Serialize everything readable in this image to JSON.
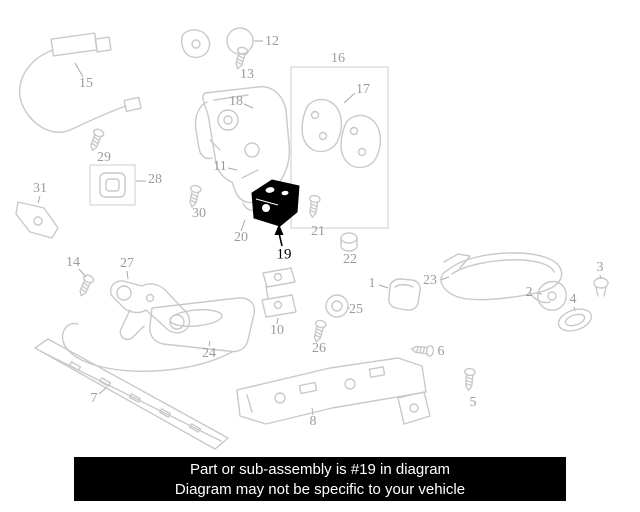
{
  "page": {
    "background": "#ffffff"
  },
  "diagram": {
    "highlighted_part": "19",
    "colors": {
      "line_art": "#c9c9c9",
      "label_text": "#9b9b9b",
      "highlight": "#000000"
    },
    "labels": {
      "l1": "1",
      "l2": "2",
      "l3": "3",
      "l4": "4",
      "l5": "5",
      "l6": "6",
      "l7": "7",
      "l8": "8",
      "l10": "10",
      "l11": "11",
      "l12": "12",
      "l13": "13",
      "l14": "14",
      "l15": "15",
      "l16": "16",
      "l17": "17",
      "l18": "18",
      "l19": "19",
      "l20": "20",
      "l21": "21",
      "l22": "22",
      "l23": "23",
      "l24": "24",
      "l25": "25",
      "l26": "26",
      "l27": "27",
      "l28": "28",
      "l29": "29",
      "l30": "30",
      "l31": "31"
    }
  },
  "banner": {
    "line1": "Part or sub-assembly is #19 in diagram",
    "line2": "Diagram may not be specific to your vehicle",
    "background": "#000000",
    "text_color": "#ffffff"
  }
}
